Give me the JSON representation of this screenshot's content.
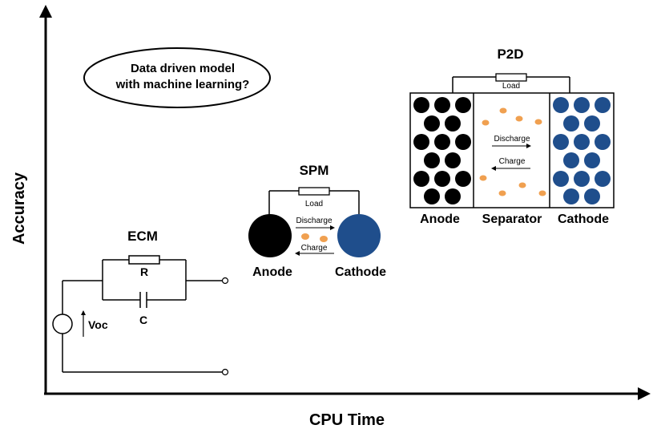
{
  "axes": {
    "x_label": "CPU Time",
    "y_label": "Accuracy"
  },
  "data_driven": {
    "line1": "Data driven model",
    "line2": "with machine learning?"
  },
  "ecm": {
    "title": "ECM",
    "resistor_label": "R",
    "capacitor_label": "C",
    "source_label": "Voc"
  },
  "spm": {
    "title": "SPM",
    "load_label": "Load",
    "discharge_label": "Discharge",
    "charge_label": "Charge",
    "anode_label": "Anode",
    "cathode_label": "Cathode",
    "anode_color": "#000000",
    "cathode_color": "#1f4e8c",
    "ion_color": "#f0a050"
  },
  "p2d": {
    "title": "P2D",
    "load_label": "Load",
    "discharge_label": "Discharge",
    "charge_label": "Charge",
    "anode_label": "Anode",
    "separator_label": "Separator",
    "cathode_label": "Cathode",
    "anode_color": "#000000",
    "cathode_color": "#1f4e8c",
    "ion_color": "#f0a050"
  }
}
